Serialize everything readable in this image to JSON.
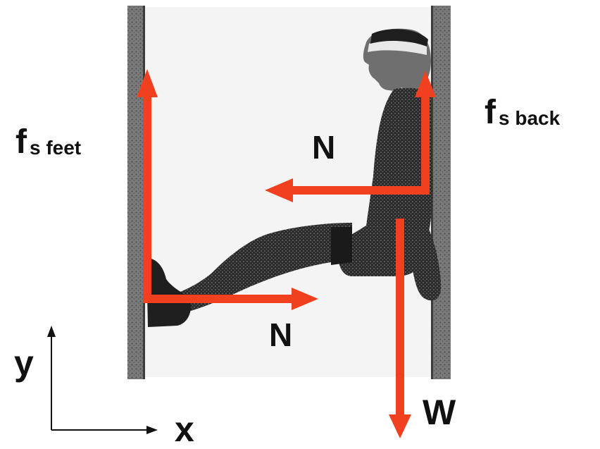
{
  "labels": {
    "fs_feet": {
      "main": "f",
      "sub": "s feet"
    },
    "fs_back": {
      "main": "f",
      "sub": "s back"
    },
    "normal_upper": "N",
    "normal_lower": "N",
    "weight": "W",
    "axis_y": "y",
    "axis_x": "x"
  },
  "colors": {
    "force_arrow": "#F0401F",
    "wall": "#6a6a6a",
    "wall_dark": "#3c3c3c",
    "figure": "#2a2a2a",
    "background": "#f6f6f6",
    "axis": "#111111"
  }
}
